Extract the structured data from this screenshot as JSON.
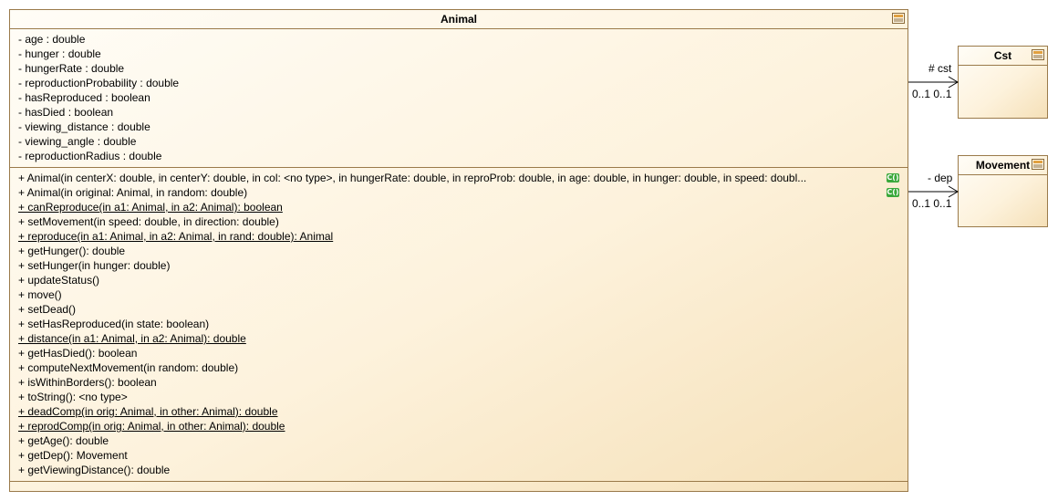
{
  "animal": {
    "name": "Animal",
    "attributes": [
      "- age : double",
      "- hunger : double",
      "- hungerRate : double",
      "- reproductionProbability : double",
      "- hasReproduced : boolean",
      "- hasDied : boolean",
      "- viewing_distance : double",
      "- viewing_angle : double",
      "- reproductionRadius : double"
    ],
    "operations": [
      {
        "text": " + Animal(in centerX: double, in centerY: double, in col: <no type>, in hungerRate: double, in reproProb: double, in age: double, in hunger: double, in speed: doubl...",
        "static": false,
        "ctor": true
      },
      {
        "text": "+ Animal(in original: Animal, in random: double)",
        "static": false,
        "ctor": true
      },
      {
        "text": "+ canReproduce(in a1: Animal, in a2: Animal): boolean",
        "static": true,
        "ctor": false
      },
      {
        "text": "+ setMovement(in speed: double, in direction: double)",
        "static": false,
        "ctor": false
      },
      {
        "text": "+ reproduce(in a1: Animal, in a2: Animal, in rand: double): Animal",
        "static": true,
        "ctor": false
      },
      {
        "text": "+ getHunger(): double",
        "static": false,
        "ctor": false
      },
      {
        "text": "+ setHunger(in hunger: double)",
        "static": false,
        "ctor": false
      },
      {
        "text": "+ updateStatus()",
        "static": false,
        "ctor": false
      },
      {
        "text": "+ move()",
        "static": false,
        "ctor": false
      },
      {
        "text": "+ setDead()",
        "static": false,
        "ctor": false
      },
      {
        "text": "+ setHasReproduced(in state: boolean)",
        "static": false,
        "ctor": false
      },
      {
        "text": "+ distance(in a1: Animal, in a2: Animal): double",
        "static": true,
        "ctor": false
      },
      {
        "text": "+ getHasDied(): boolean",
        "static": false,
        "ctor": false
      },
      {
        "text": "+ computeNextMovement(in random: double)",
        "static": false,
        "ctor": false
      },
      {
        "text": "+ isWithinBorders(): boolean",
        "static": false,
        "ctor": false
      },
      {
        "text": "+ toString(): <no type>",
        "static": false,
        "ctor": false
      },
      {
        "text": "+ deadComp(in orig: Animal, in other: Animal): double",
        "static": true,
        "ctor": false
      },
      {
        "text": "+ reprodComp(in orig: Animal, in other: Animal): double",
        "static": true,
        "ctor": false
      },
      {
        "text": "+ getAge(): double",
        "static": false,
        "ctor": false
      },
      {
        "text": "+ getDep(): Movement",
        "static": false,
        "ctor": false
      },
      {
        "text": "+ getViewingDistance(): double",
        "static": false,
        "ctor": false
      }
    ],
    "ctor_badge": "C()"
  },
  "cst": {
    "name": "Cst"
  },
  "movement": {
    "name": "Movement"
  },
  "associations": {
    "cst": {
      "role": "# cst",
      "multiplicity": "0..1 0..1"
    },
    "dep": {
      "role": "- dep",
      "multiplicity": "0..1 0..1"
    }
  },
  "colors": {
    "border": "#9a7a4a",
    "fill": "#fdf2dc",
    "ctor_badge": "#3aa83a"
  },
  "icons": {
    "class_icon": "class-stereotype-icon"
  }
}
